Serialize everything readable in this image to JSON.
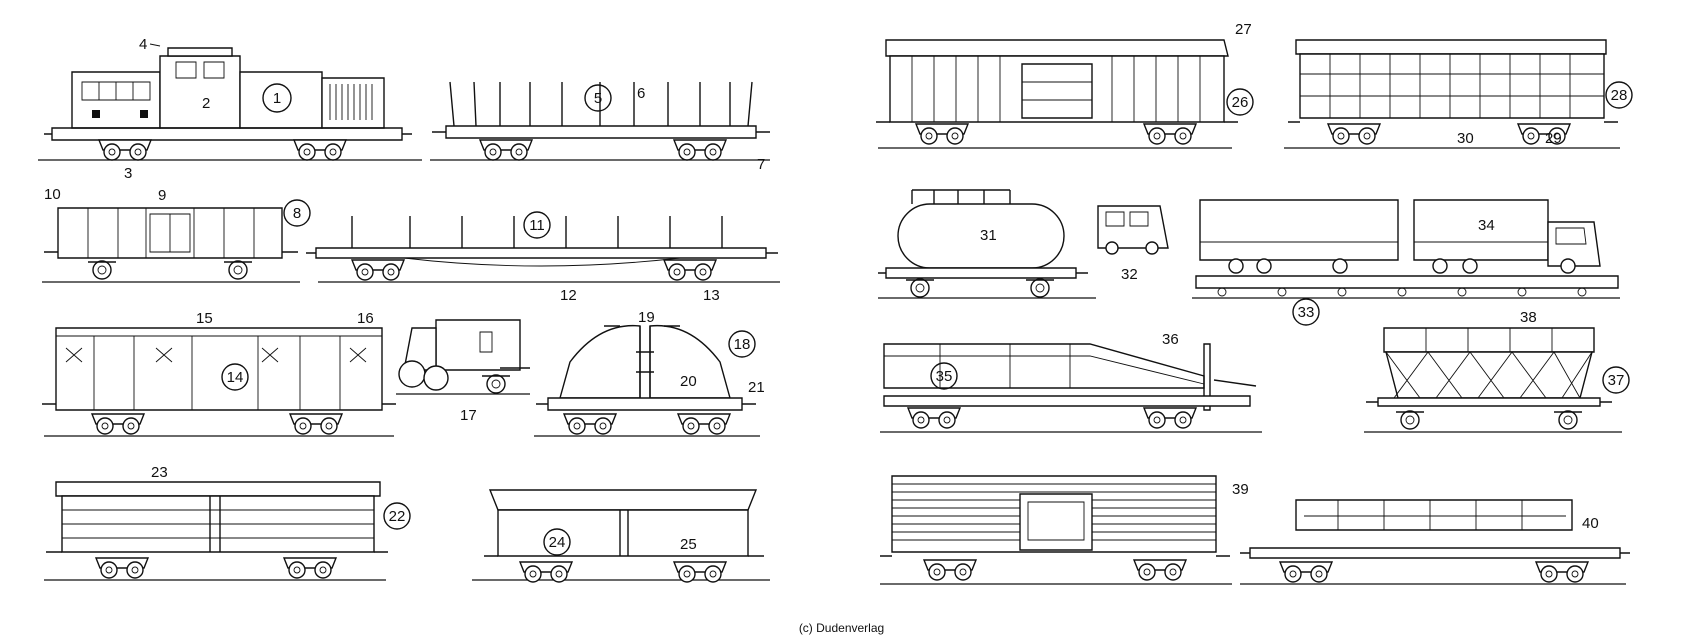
{
  "credit": "(c) Dudenverlag",
  "labels": [
    "1",
    "2",
    "3",
    "4",
    "5",
    "6",
    "7",
    "8",
    "9",
    "10",
    "11",
    "12",
    "13",
    "14",
    "15",
    "16",
    "17",
    "18",
    "19",
    "20",
    "21",
    "22",
    "23",
    "24",
    "25",
    "26",
    "27",
    "28",
    "29",
    "30",
    "31",
    "32",
    "33",
    "34",
    "35",
    "36",
    "37",
    "38",
    "39",
    "40"
  ]
}
